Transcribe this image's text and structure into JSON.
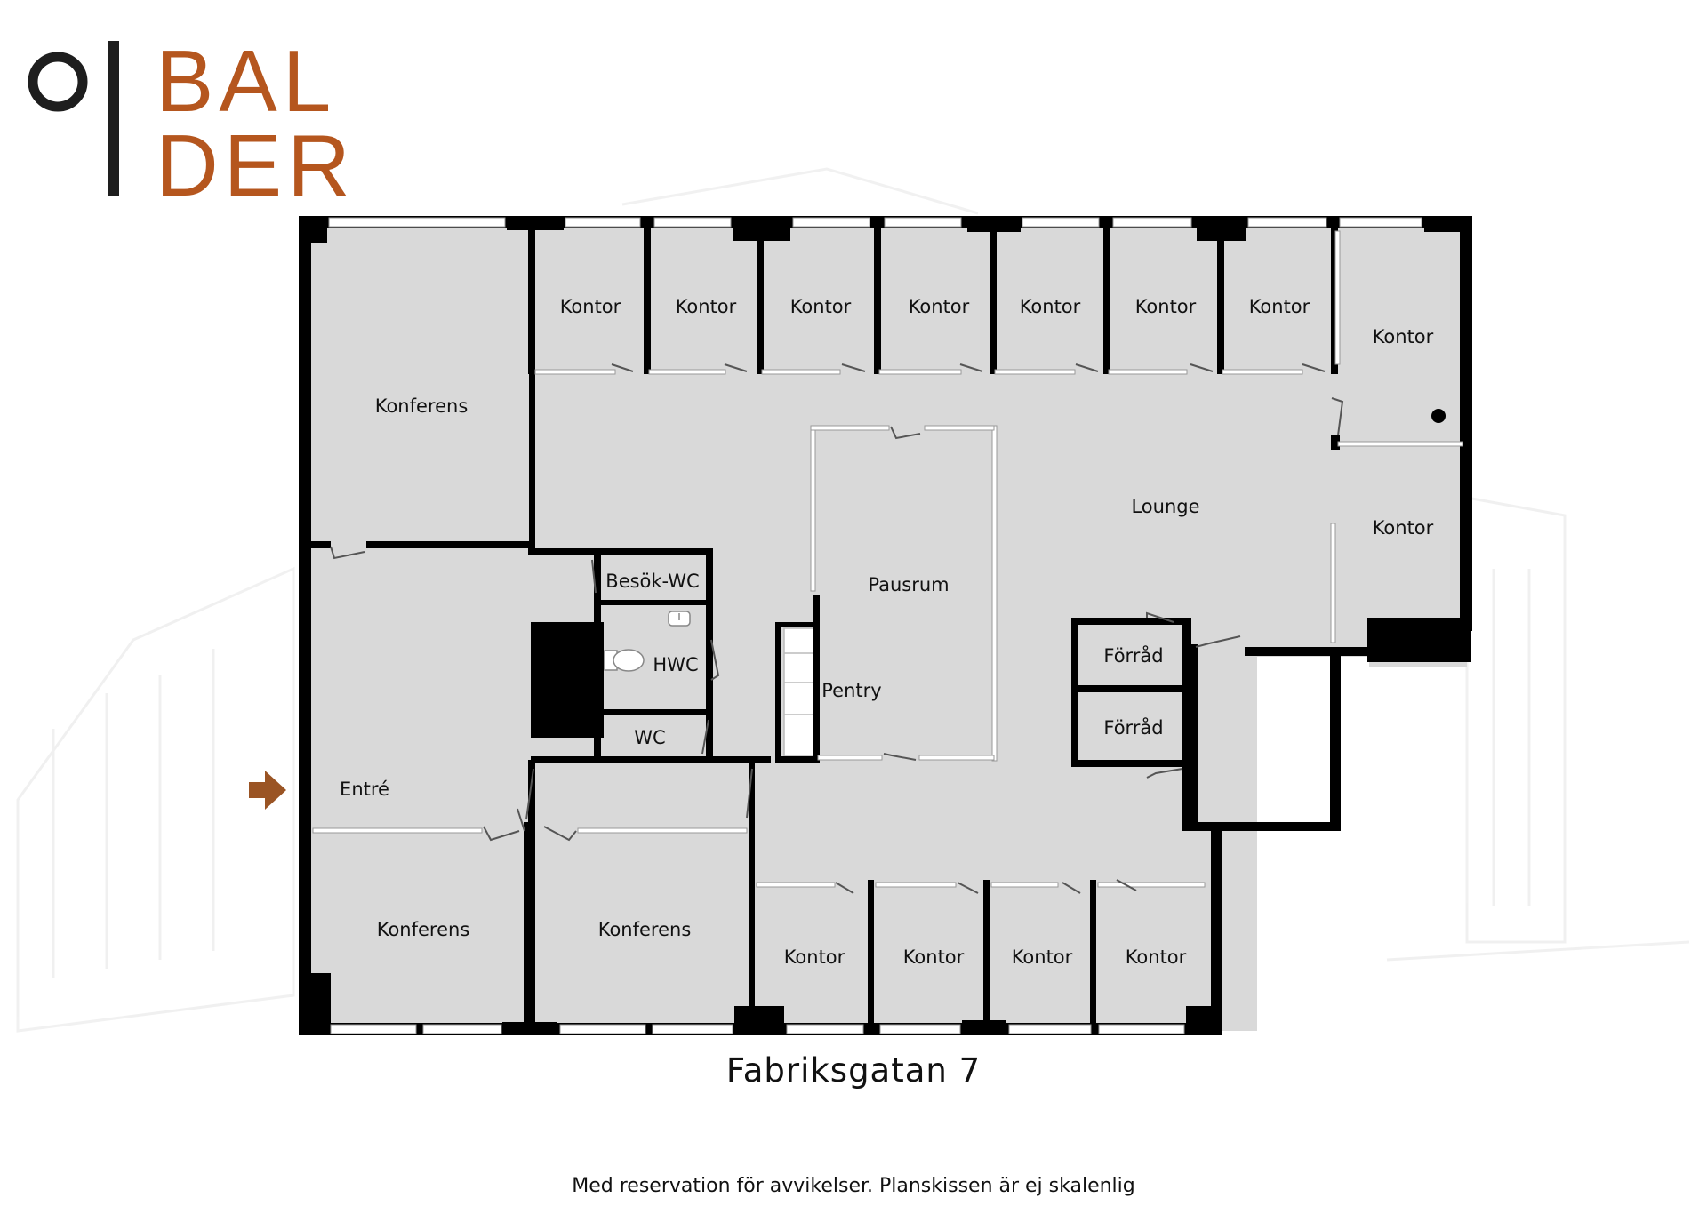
{
  "brand": {
    "line1": "BAL",
    "line2": "DER",
    "accent_color": "#b5561e",
    "mark_color": "#1e1e1e"
  },
  "rooms": {
    "konferens_nw": "Konferens",
    "kontor_1": "Kontor",
    "kontor_2": "Kontor",
    "kontor_3": "Kontor",
    "kontor_4": "Kontor",
    "kontor_5": "Kontor",
    "kontor_6": "Kontor",
    "kontor_7": "Kontor",
    "kontor_ne": "Kontor",
    "kontor_e": "Kontor",
    "lounge": "Lounge",
    "pausrum": "Pausrum",
    "pentry": "Pentry",
    "besok_wc": "Besök-WC",
    "hwc": "HWC",
    "wc": "WC",
    "forrad_1": "Förråd",
    "forrad_2": "Förråd",
    "entre": "Entré",
    "konferens_sw": "Konferens",
    "konferens_s": "Konferens",
    "kontor_s1": "Kontor",
    "kontor_s2": "Kontor",
    "kontor_s3": "Kontor",
    "kontor_s4": "Kontor"
  },
  "address": "Fabriksgatan 7",
  "disclaimer": "Med reservation för avvikelser. Planskissen är ej skalenlig",
  "colors": {
    "floor": "#d9d9d9",
    "wall": "#000000",
    "window": "#ffffff",
    "entrance_arrow": "#9a5424"
  },
  "icons": {
    "entrance": "entrance-arrow-icon",
    "toilet": "toilet-icon",
    "sink": "sink-icon"
  }
}
